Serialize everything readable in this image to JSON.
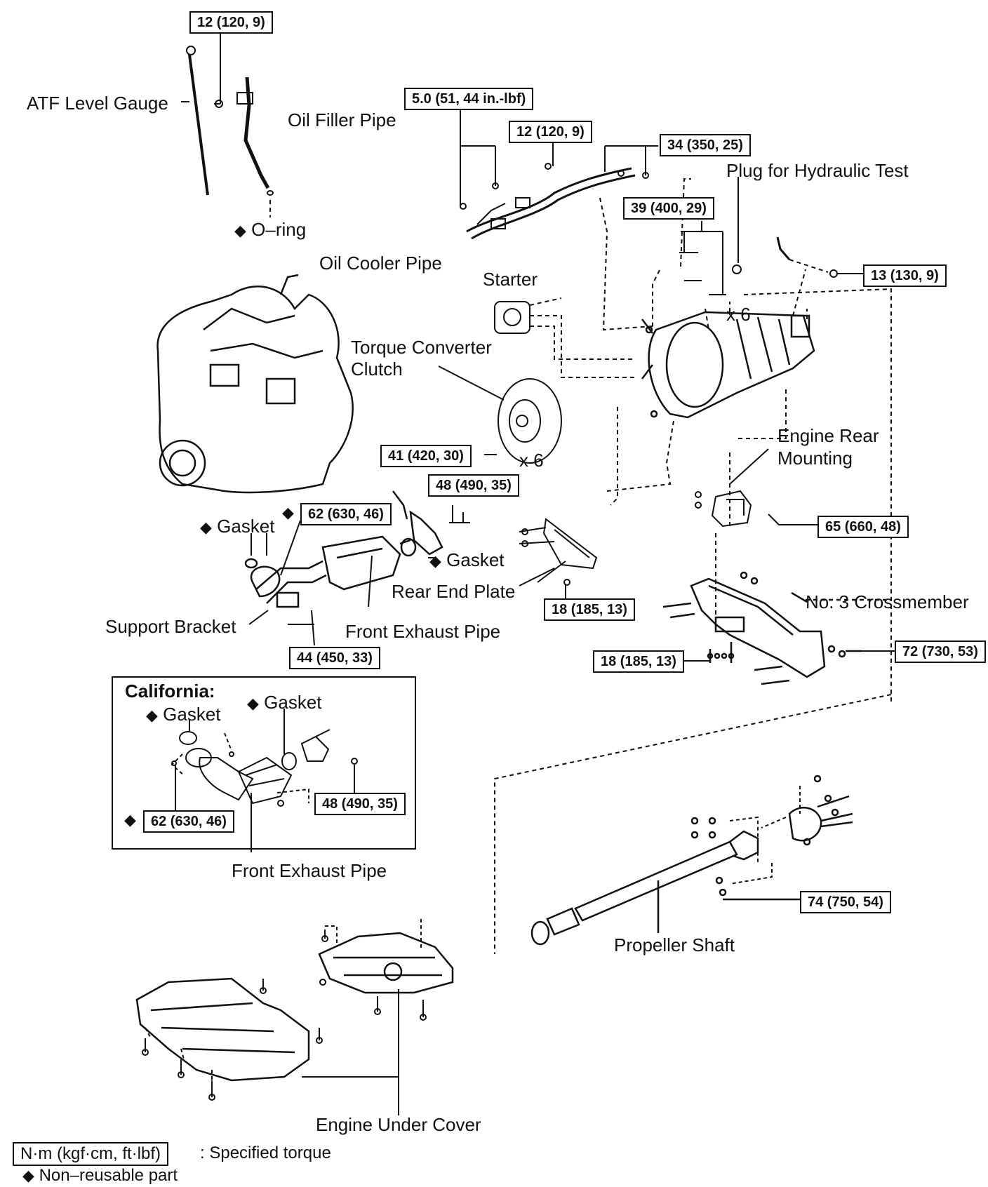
{
  "labels": {
    "atf_level_gauge": "ATF Level Gauge",
    "oil_filler_pipe": "Oil Filler Pipe",
    "o_ring": "O–ring",
    "oil_cooler_pipe": "Oil Cooler Pipe",
    "plug_hydraulic_test": "Plug for Hydraulic Test",
    "starter": "Starter",
    "torque_converter_clutch_1": "Torque Converter",
    "torque_converter_clutch_2": "Clutch",
    "x6_a": "x 6",
    "x6_b": "x 6",
    "gasket_a": "Gasket",
    "gasket_b": "Gasket",
    "rear_end_plate": "Rear End Plate",
    "engine_rear_mounting_1": "Engine Rear",
    "engine_rear_mounting_2": "Mounting",
    "support_bracket": "Support Bracket",
    "front_exhaust_pipe_a": "Front Exhaust Pipe",
    "no3_crossmember": "No. 3 Crossmember",
    "california": "California:",
    "cal_gasket_a": "Gasket",
    "cal_gasket_b": "Gasket",
    "front_exhaust_pipe_b": "Front Exhaust Pipe",
    "propeller_shaft": "Propeller Shaft",
    "engine_under_cover": "Engine Under Cover"
  },
  "torques": {
    "atf_gauge_bolt": "12 (120, 9)",
    "cooler_clamp": "5.0 (51, 44 in.-lbf)",
    "cooler_bracket": "12 (120, 9)",
    "cooler_union": "34 (350, 25)",
    "trans_bolts": "39 (400, 29)",
    "trans_rear": "13 (130, 9)",
    "converter": "41 (420, 30)",
    "exhaust_flange": "48 (490, 35)",
    "exhaust_manifold": "62 (630, 46)",
    "rear_mount": "65 (660, 48)",
    "end_plate": "18 (185, 13)",
    "bracket_bolt": "44 (450, 33)",
    "crossmember_mount": "18 (185, 13)",
    "crossmember_frame": "72 (730, 53)",
    "cal_manifold": "62 (630, 46)",
    "cal_flange": "48 (490, 35)",
    "propeller": "74 (750, 54)"
  },
  "legend": {
    "unit_box": "N·m (kgf·cm, ft·lbf)",
    "unit_text": ": Specified torque",
    "nonreusable": "Non–reusable part",
    "diamond": "◆"
  }
}
